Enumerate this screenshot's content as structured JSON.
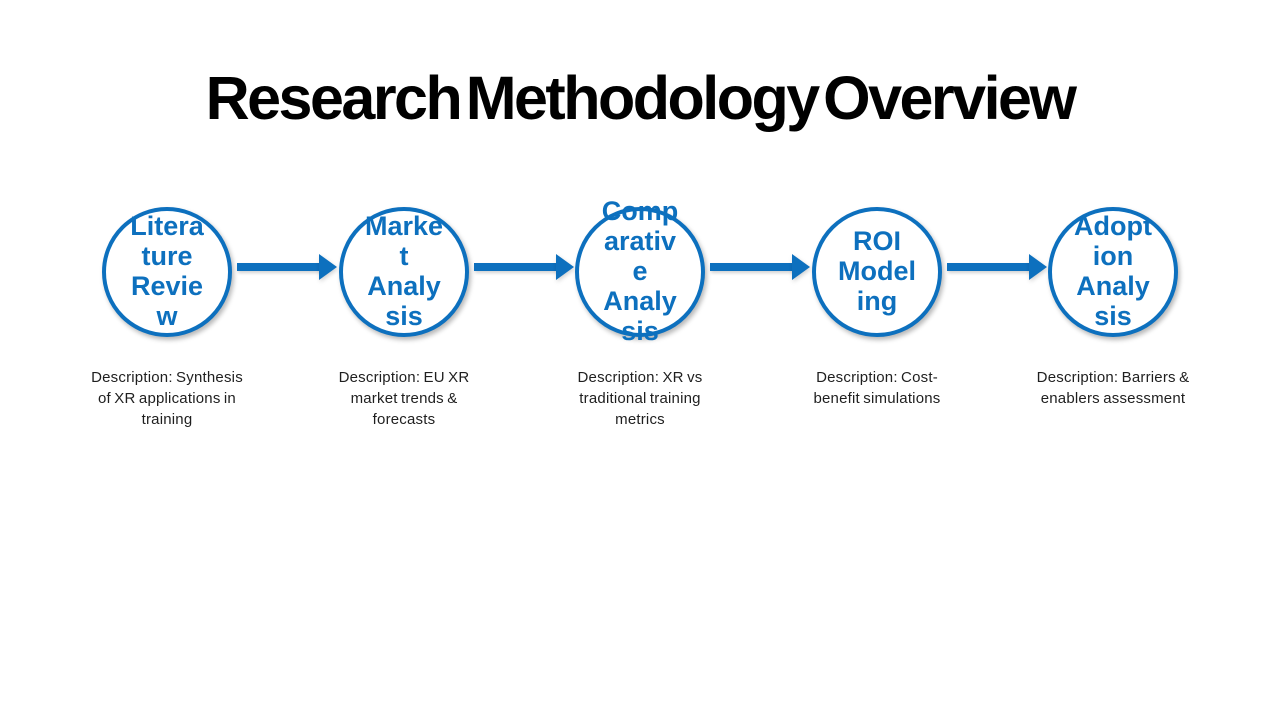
{
  "slide": {
    "title": "Research Methodology Overview",
    "background_color": "#ffffff"
  },
  "colors": {
    "accent": "#0d70be",
    "title_text": "#000000",
    "description_text": "#1f1f1f"
  },
  "diagram": {
    "type": "horizontal-process-flow",
    "connector_style": "thick-right-arrow",
    "stages": [
      {
        "label": "Literature Review",
        "label_display": "Litera\nture\nRevie\nw",
        "description": "Description: Synthesis of XR applications in training",
        "description_display": "Description: Synthesis\nof XR applications in\ntraining"
      },
      {
        "label": "Market Analysis",
        "label_display": "Marke\nt\nAnaly\nsis",
        "description": "Description: EU XR market trends & forecasts",
        "description_display": "Description: EU XR\nmarket trends &\nforecasts"
      },
      {
        "label": "Comparative Analysis",
        "label_display": "Comp\narativ\ne\nAnaly\nsis",
        "description": "Description: XR vs traditional training metrics",
        "description_display": "Description: XR vs\ntraditional training\nmetrics"
      },
      {
        "label": "ROI Modeling",
        "label_display": "ROI\nModel\ning",
        "description": "Description: Cost-benefit simulations",
        "description_display": "Description: Cost-\nbenefit simulations"
      },
      {
        "label": "Adoption Analysis",
        "label_display": "Adopt\nion\nAnaly\nsis",
        "description": "Description: Barriers & enablers assessment",
        "description_display": "Description: Barriers &\nenablers assessment"
      }
    ]
  }
}
